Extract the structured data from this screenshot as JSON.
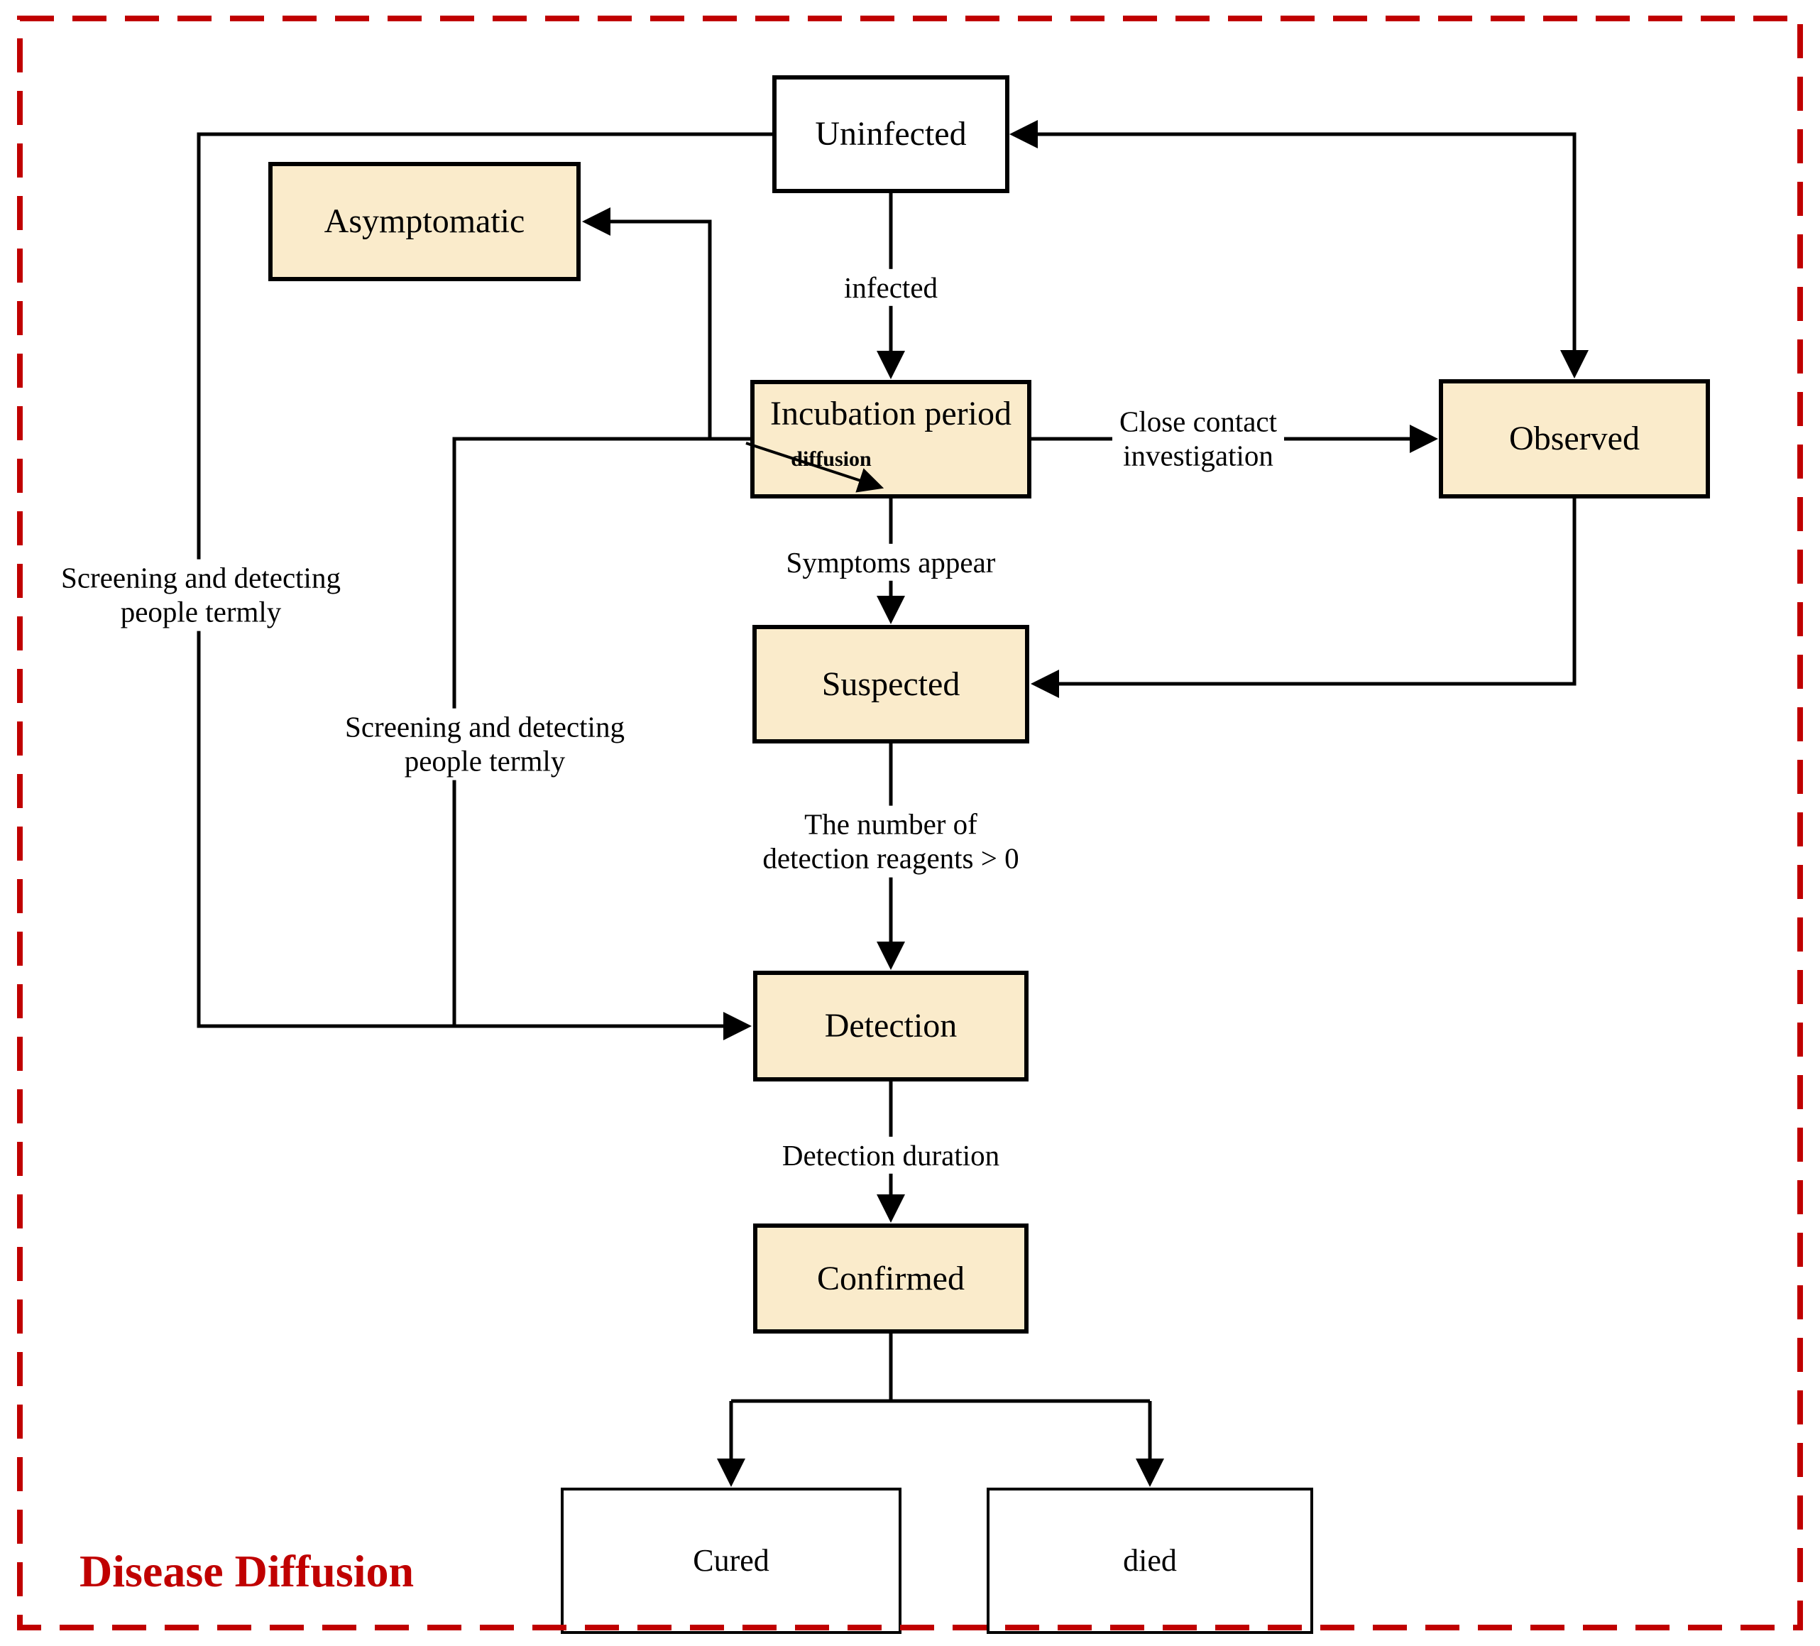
{
  "figure": {
    "title": "Disease Diffusion",
    "nodes": {
      "uninfected": "Uninfected",
      "asymptomatic": "Asymptomatic",
      "incubation": "Incubation period",
      "observed": "Observed",
      "suspected": "Suspected",
      "detection": "Detection",
      "confirmed": "Confirmed",
      "cured": "Cured",
      "died": "died"
    },
    "edges": {
      "infected": "infected",
      "diffusion": "diffusion",
      "close_contact": "Close contact\ninvestigation",
      "symptoms": "Symptoms appear",
      "reagents": "The number of\ndetection reagents > 0",
      "duration": "Detection duration",
      "screening": "Screening and detecting\npeople termly"
    },
    "colors": {
      "node_fill": "#FAEBCB",
      "line": "#000000",
      "red": "#C00000"
    }
  }
}
